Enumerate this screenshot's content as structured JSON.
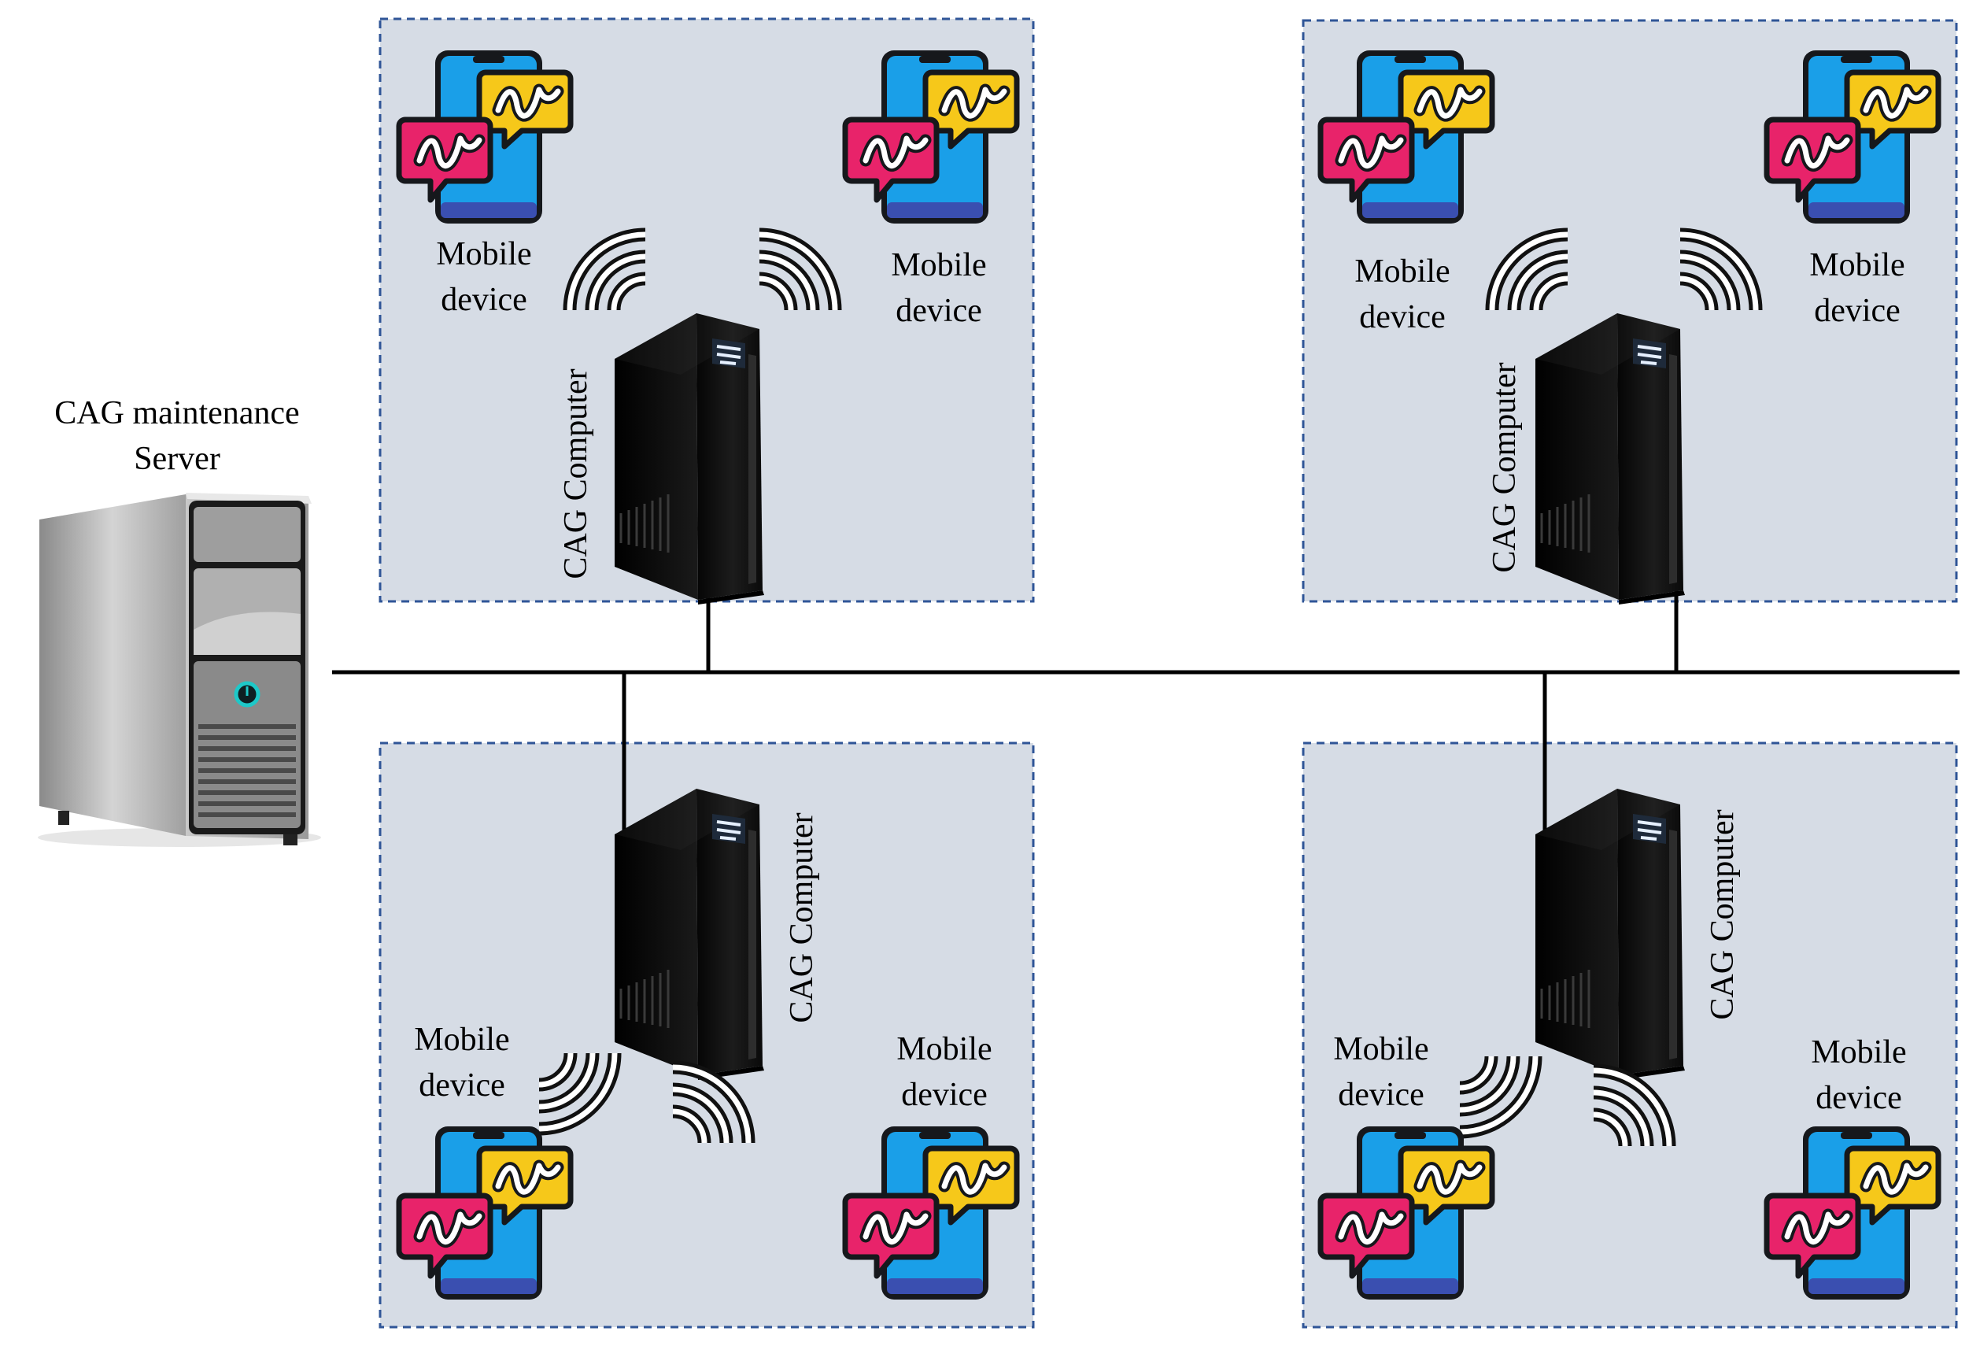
{
  "server": {
    "label_line1": "CAG maintenance",
    "label_line2": "Server"
  },
  "clusters": [
    {
      "computer_label": "CAG Computer",
      "devices": [
        {
          "label_line1": "Mobile",
          "label_line2": "device"
        },
        {
          "label_line1": "Mobile",
          "label_line2": "device"
        }
      ]
    },
    {
      "computer_label": "CAG Computer",
      "devices": [
        {
          "label_line1": "Mobile",
          "label_line2": "device"
        },
        {
          "label_line1": "Mobile",
          "label_line2": "device"
        }
      ]
    },
    {
      "computer_label": "CAG Computer",
      "devices": [
        {
          "label_line1": "Mobile",
          "label_line2": "device"
        },
        {
          "label_line1": "Mobile",
          "label_line2": "device"
        }
      ]
    },
    {
      "computer_label": "CAG Computer",
      "devices": [
        {
          "label_line1": "Mobile",
          "label_line2": "device"
        },
        {
          "label_line1": "Mobile",
          "label_line2": "device"
        }
      ]
    }
  ],
  "colors": {
    "cluster_fill": "#d6dce5",
    "cluster_border": "#2f5597",
    "phone_blue": "#1a9fe8",
    "phone_band": "#3a4fb0",
    "bubble_pink": "#e8236a",
    "bubble_yellow": "#f6c81a",
    "tower_black": "#0d0d0d",
    "server_silver": "#b8b8b8",
    "power_teal": "#1ec8c8"
  }
}
